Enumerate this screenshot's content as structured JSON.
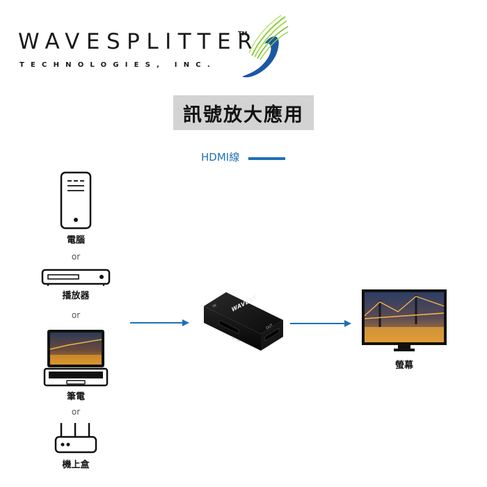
{
  "logo": {
    "wordmark": "WAVESPLITTER",
    "trademark": "TM",
    "subline": "TECHNOLOGIES, INC."
  },
  "title": "訊號放大應用",
  "legend": {
    "label": "HDMI線",
    "color": "#1d70b7"
  },
  "sources": {
    "computer": "電腦",
    "player": "播放器",
    "laptop": "筆電",
    "settop": "機上盒",
    "or": "or"
  },
  "device": {
    "brand": "WAVEST",
    "port_in": "IN",
    "port_out": "OUT",
    "power": "DC 5V"
  },
  "monitor": {
    "label": "螢幕"
  },
  "colors": {
    "accent": "#1d70b7",
    "title_bg": "#d3d3d3"
  }
}
